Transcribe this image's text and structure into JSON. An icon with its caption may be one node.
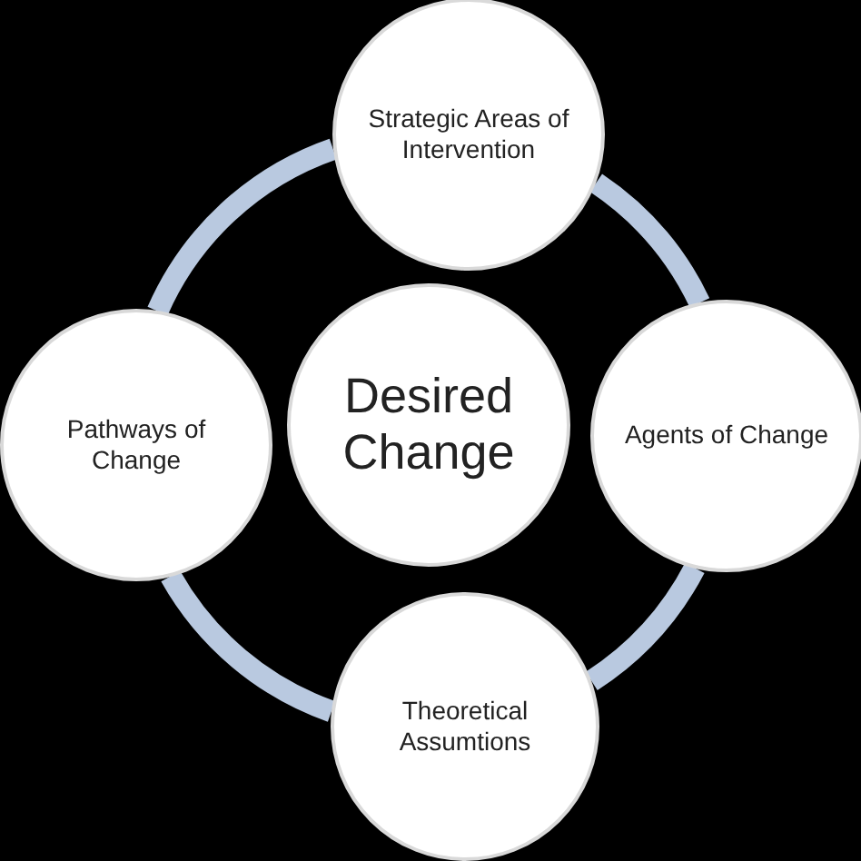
{
  "diagram": {
    "nodes": [
      {
        "text": [
          "Strategic Areas of Intervention"
        ]
      },
      {
        "text": [
          "Pathways of Change"
        ]
      },
      {
        "text": [
          "Desired Change"
        ]
      },
      {
        "text": [
          "Agents of Change"
        ]
      },
      {
        "text": [
          "Theoretical Assumtions"
        ]
      }
    ],
    "edges": [
      {
        "from": 0,
        "to": 3,
        "arrow": "none"
      },
      {
        "from": 3,
        "to": 4,
        "arrow": "none"
      },
      {
        "from": 4,
        "to": 1,
        "arrow": "none"
      },
      {
        "from": 1,
        "to": 0,
        "arrow": "none"
      }
    ]
  }
}
